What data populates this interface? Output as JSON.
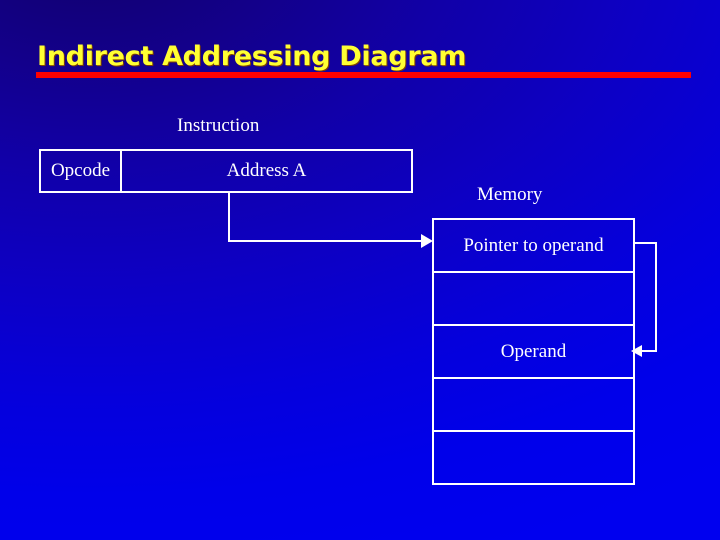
{
  "slide": {
    "title": "Indirect Addressing Diagram",
    "background_top_color": "#10006b",
    "background_bottom_color": "#0000ef",
    "accent_rule_color": "#ff0000",
    "title_color": "#ffff33",
    "stroke_color": "#ffffff"
  },
  "instruction": {
    "caption": "Instruction",
    "fields": [
      {
        "label": "Opcode"
      },
      {
        "label": "Address A"
      }
    ]
  },
  "memory": {
    "caption": "Memory",
    "cells": [
      {
        "label": "Pointer to operand"
      },
      {
        "label": ""
      },
      {
        "label": "Operand"
      },
      {
        "label": ""
      },
      {
        "label": ""
      }
    ]
  },
  "connectors": [
    {
      "name": "address-to-pointer",
      "from": "Address A",
      "to": "Pointer to operand",
      "arrow": "right"
    },
    {
      "name": "pointer-to-operand",
      "from": "Pointer to operand",
      "to": "Operand",
      "arrow": "left"
    }
  ]
}
